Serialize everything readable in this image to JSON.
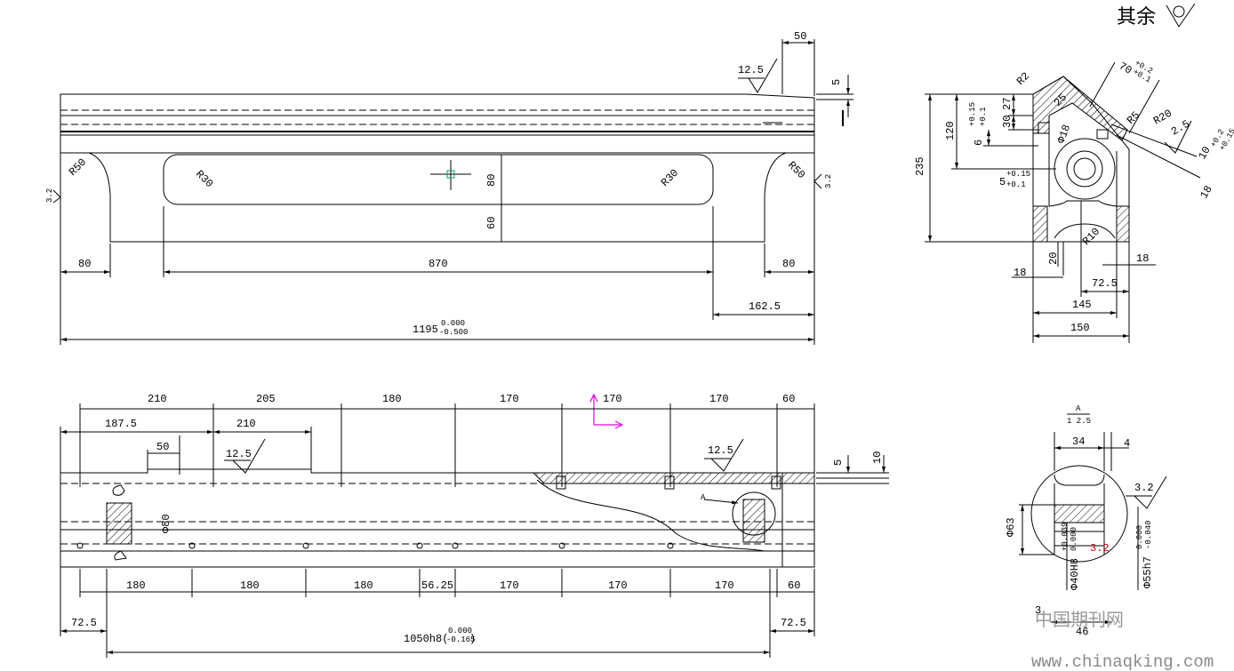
{
  "corner_note": "其余",
  "watermark": {
    "cn": "中国期刊网",
    "url": "www.chinaqking.com"
  },
  "colors": {
    "line": "#000000",
    "marker_green": "#00a070",
    "axis_magenta": "#e000e0",
    "note_red": "#c00000",
    "watermark": "#999999"
  },
  "front_view": {
    "dims": {
      "top_50": "50",
      "d5": "5",
      "rough_12_5": "12.5",
      "r50_left": "R50",
      "r30_left": "R30",
      "r30_right": "R30",
      "r50_right": "R50",
      "d80_v": "80",
      "d60_v": "60",
      "left_80": "80",
      "mid_870": "870",
      "right_80": "80",
      "d162_5": "162.5",
      "len_main": "1195",
      "tol_up": "0.000",
      "tol_dn": "-0.500",
      "r3_left": "3.2",
      "r3_right": "3.2"
    }
  },
  "top_view": {
    "top_row": [
      "210",
      "205",
      "180",
      "170",
      "170",
      "170",
      "60"
    ],
    "second_row": {
      "a": "187.5",
      "b": "210"
    },
    "d50": "50",
    "rough_a": "12.5",
    "rough_b": "12.5",
    "d5": "5",
    "d10": "10",
    "phi80": "Φ80",
    "section_a": "A",
    "bottom_row": [
      "180",
      "180",
      "180",
      "56.25",
      "170",
      "170",
      "170",
      "60"
    ],
    "end_left": "72.5",
    "end_right": "72.5",
    "len_main": "1050h8(",
    "tol_up": "0.000",
    "tol_dn": "-0.165",
    "len_close": ")"
  },
  "side_view": {
    "dims": {
      "r2": "R2",
      "d25": "25",
      "d70": "70",
      "t70_up": "+0.2",
      "t70_dn": "+0.1",
      "r5": "R5",
      "r20": "R20",
      "rough_2_5": "2.5",
      "d10": "10",
      "t10_up": "+0.2",
      "t10_dn": "+0.15",
      "d18_r": "18",
      "d27": "27",
      "d30": "30",
      "d120": "120",
      "d6": "6",
      "t6_up": "+0.15",
      "t6_dn": "+0.1",
      "phi18": "Φ18",
      "d235": "235",
      "d5": "5",
      "t5_up": "+0.15",
      "t5_dn": "+0.1",
      "r10": "R10",
      "d18_bl": "18",
      "d20": "20",
      "d18_br": "18",
      "d72_5": "72.5",
      "d145": "145",
      "d150": "150"
    }
  },
  "detail_a": {
    "label": "A",
    "scale": "1 2.5",
    "d34": "34",
    "d4": "4",
    "rough_3_2a": "3.2",
    "rough_3_2b": "3.2",
    "phi63": "Φ63",
    "phi40": "Φ40H8",
    "t40_up": "+0.039",
    "t40_dn": "0.000",
    "phi55": "Φ55h7",
    "t55_up": "0.000",
    "t55_dn": "-0.040",
    "d3": "3",
    "d46": "46"
  }
}
